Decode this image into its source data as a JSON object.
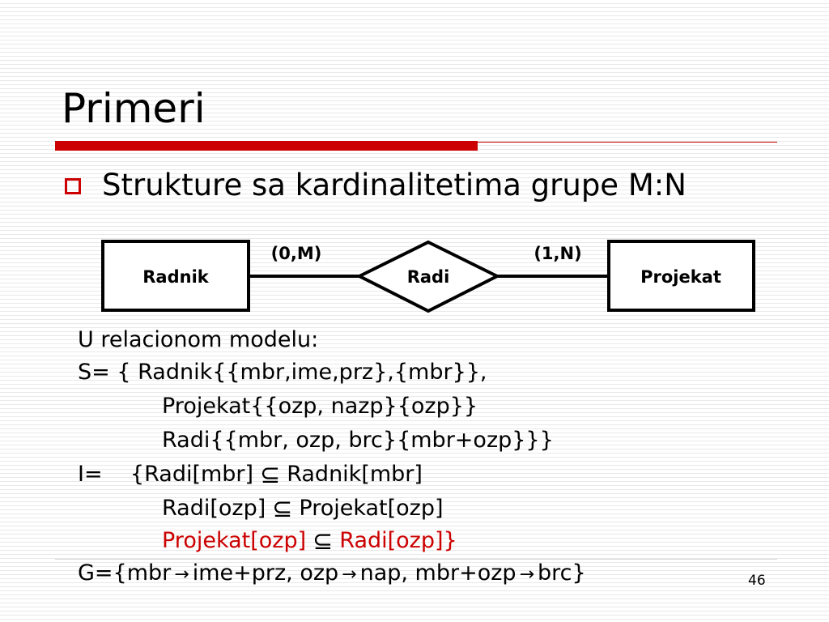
{
  "slide": {
    "title": "Primeri",
    "bullet": "Strukture sa kardinalitetima grupe M:N",
    "page_number": "46"
  },
  "diagram": {
    "entity_left": "Radnik",
    "relationship": "Radi",
    "entity_right": "Projekat",
    "cardinality_left": "(0,M)",
    "cardinality_right": "(1,N)"
  },
  "text": {
    "line1": "U relacionom modelu:",
    "line2": "S= { Radnik{{mbr,ime,prz},{mbr}},",
    "line3": "Projekat{{ozp, nazp}{ozp}}",
    "line4": "Radi{{mbr, ozp, brc}{mbr+ozp}}}",
    "line5_prefix": "I=    {",
    "line5_left": "Radi[mbr]",
    "line5_right": "Radnik[mbr]",
    "line6_left": "Radi[ozp]",
    "line6_right": "Projekat[ozp]",
    "line7_left": "Projekat[ozp]",
    "line7_right": "Radi[ozp]}",
    "subset_symbol": "⊆",
    "arrow_symbol": "→",
    "line8_a": "G={mbr",
    "line8_b": "ime+prz, ozp",
    "line8_c": "nap, mbr+ozp",
    "line8_d": "brc}"
  },
  "colors": {
    "accent": "#cc0000",
    "text": "#000000"
  }
}
